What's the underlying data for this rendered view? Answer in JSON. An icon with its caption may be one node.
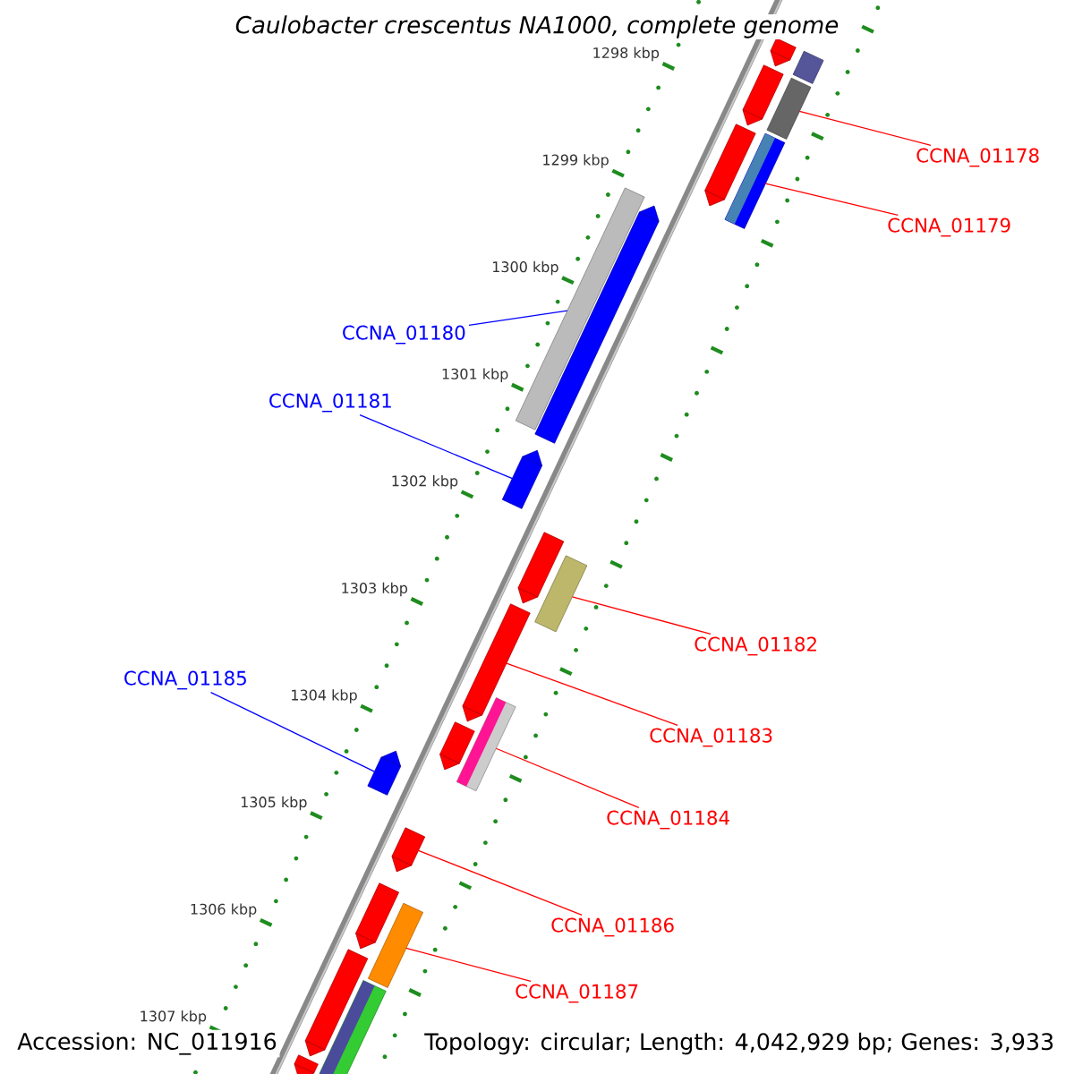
{
  "diagram": {
    "title": "Caulobacter crescentus NA1000, complete genome",
    "nodes": [
      {
        "text": [
          "CCNA_01178"
        ]
      },
      {
        "text": [
          "CCNA_01179"
        ]
      },
      {
        "text": [
          "CCNA_01180"
        ]
      },
      {
        "text": [
          "CCNA_01181"
        ]
      },
      {
        "text": [
          "CCNA_01182"
        ]
      },
      {
        "text": [
          "CCNA_01183"
        ]
      },
      {
        "text": [
          "CCNA_01184"
        ]
      },
      {
        "text": [
          "CCNA_01185"
        ]
      },
      {
        "text": [
          "CCNA_01186"
        ]
      },
      {
        "text": [
          "CCNA_01187"
        ]
      },
      {
        "text": [],
        "shape": "bar"
      },
      {
        "text": [],
        "shape": "bar"
      },
      {
        "text": [],
        "shape": "bar"
      },
      {
        "text": [],
        "shape": "pentagon"
      },
      {
        "text": [],
        "shape": "bar"
      },
      {
        "text": [],
        "shape": "pentagon"
      },
      {
        "text": [],
        "shape": "bar"
      },
      {
        "text": [],
        "shape": "pentagon"
      },
      {
        "text": [],
        "shape": "pentagon"
      },
      {
        "text": [],
        "shape": "bar"
      },
      {
        "text": [],
        "shape": "pentagon"
      },
      {
        "text": [],
        "shape": "pentagon"
      },
      {
        "text": [],
        "shape": "pentagon"
      },
      {
        "text": [],
        "shape": "bar"
      },
      {
        "text": [],
        "shape": "pentagon"
      },
      {
        "text": [],
        "shape": "pentagon"
      },
      {
        "text": [],
        "shape": "pentagon"
      },
      {
        "text": [],
        "shape": "pentagon"
      },
      {
        "text": [],
        "shape": "pentagon"
      },
      {
        "text": [],
        "shape": "pentagon"
      },
      {
        "text": [],
        "shape": "bar"
      }
    ],
    "edges": [
      {
        "from": 0,
        "to": 10,
        "arrow": "none"
      },
      {
        "from": 1,
        "to": 11,
        "arrow": "none"
      },
      {
        "from": 2,
        "to": 12,
        "arrow": "none",
        "color": "#0000ff"
      },
      {
        "from": 3,
        "to": 13,
        "arrow": "none",
        "color": "#0000ff"
      },
      {
        "from": 4,
        "to": 14,
        "arrow": "none"
      },
      {
        "from": 5,
        "to": 15,
        "arrow": "none"
      },
      {
        "from": 6,
        "to": 16,
        "arrow": "none"
      },
      {
        "from": 7,
        "to": 17,
        "arrow": "none",
        "color": "#0000ff"
      },
      {
        "from": 8,
        "to": 18,
        "arrow": "none"
      },
      {
        "from": 9,
        "to": 19,
        "arrow": "none"
      }
    ],
    "labels": [
      "1298 kbp",
      "1299 kbp",
      "1300 kbp",
      "1301 kbp",
      "1302 kbp",
      "1303 kbp",
      "1304 kbp",
      "1305 kbp",
      "1306 kbp",
      "1307 kbp",
      "Accession: NC_011916",
      "Topology: circular; Length: 4,042,929 bp; Genes: 3,933"
    ]
  }
}
